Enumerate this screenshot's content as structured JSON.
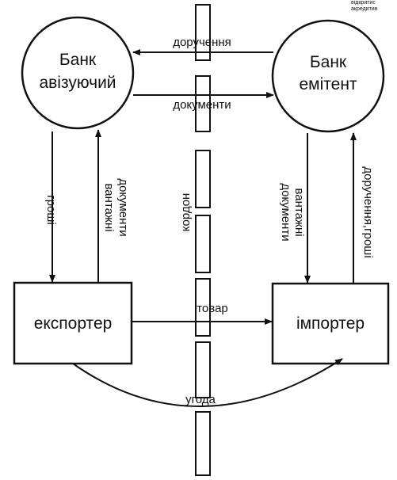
{
  "corner_note": {
    "line1": "відкритис",
    "line2": "акредитив"
  },
  "nodes": {
    "advising_bank": {
      "line1": "Банк",
      "line2": "авізуючий"
    },
    "issuing_bank": {
      "line1": "Банк",
      "line2": "емітент"
    },
    "exporter": {
      "label": "експортер"
    },
    "importer": {
      "label": "імпортер"
    }
  },
  "edges": {
    "instructions": "доручення",
    "documents": "документи",
    "money": "гроші",
    "shipping_docs_left_line1": "вантажні",
    "shipping_docs_left_line2": "документи",
    "shipping_docs_right_line1": "вантажні",
    "shipping_docs_right_line2": "документи",
    "instructions_money": "доручення,гроші",
    "goods": "товар",
    "agreement": "угода"
  },
  "border": {
    "label": "кордон"
  }
}
